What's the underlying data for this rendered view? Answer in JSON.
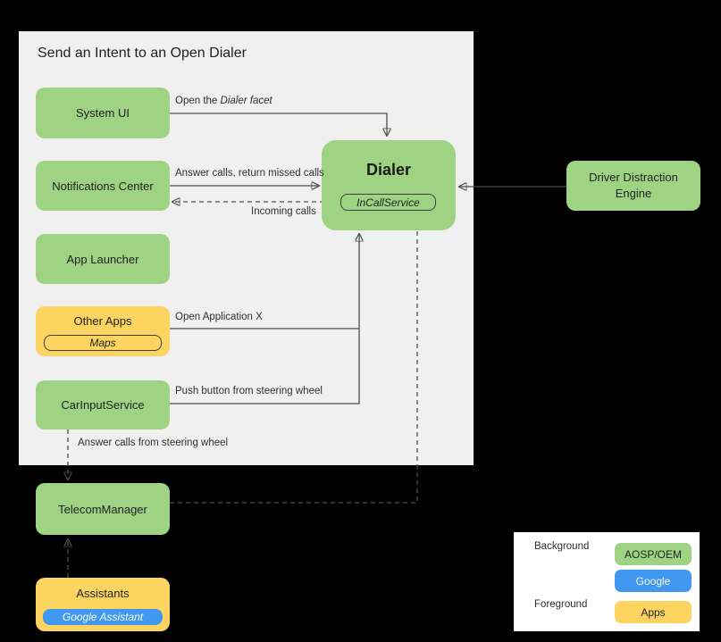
{
  "page": {
    "title": "Send an Intent to an Open Dialer"
  },
  "colors": {
    "aosp_oem_green": "#9ed383",
    "apps_yellow": "#fcd45f",
    "google_blue": "#4098f0",
    "panel_background": "#f0f0f0",
    "canvas_background": "#000000",
    "wire": "#4d4d4d"
  },
  "nodes": {
    "system_ui": {
      "label": "System UI"
    },
    "notifications_center": {
      "label": "Notifications Center"
    },
    "app_launcher": {
      "label": "App Launcher"
    },
    "other_apps": {
      "label": "Other Apps",
      "sub": "Maps"
    },
    "car_input_service": {
      "label": "CarInputService"
    },
    "dialer": {
      "label": "Dialer",
      "sub": "InCallService"
    },
    "driver_distraction_engine": {
      "label": "Driver Distraction Engine"
    },
    "telecom_manager": {
      "label": "TelecomManager"
    },
    "assistants": {
      "label": "Assistants",
      "sub": "Google Assistant"
    }
  },
  "edges": {
    "open_facet_prefix": "Open the ",
    "open_facet_italic": "Dialer facet",
    "answer_calls": "Answer calls, return missed calls",
    "incoming_calls": "Incoming calls",
    "open_application_x": "Open Application X",
    "push_button": "Push button from steering wheel",
    "answer_steering": "Answer calls from steering wheel"
  },
  "legend": {
    "background_label": "Background",
    "foreground_label": "Foreground",
    "items": [
      {
        "label": "AOSP/OEM"
      },
      {
        "label": "Google"
      },
      {
        "label": "Apps"
      }
    ]
  }
}
